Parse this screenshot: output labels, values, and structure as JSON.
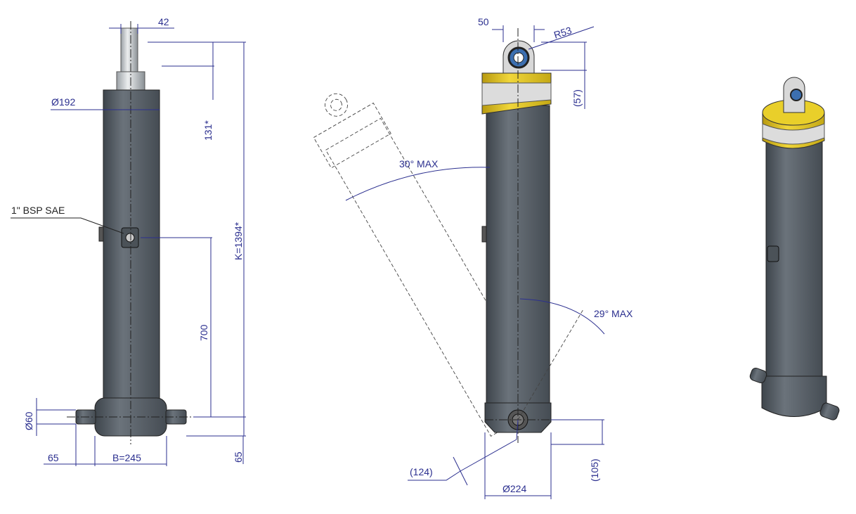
{
  "colors": {
    "dimension": "#2b2f8f",
    "body": "#5d656d",
    "yellow": "#e3c521",
    "band": "#d8d8d8"
  },
  "front_view": {
    "rod_width": "42",
    "barrel_diameter": "Ø192",
    "top_offset": "131*",
    "port_label": "1\" BSP SAE",
    "closed_length": "K=1394*",
    "port_height": "700",
    "pin_diameter": "Ø60",
    "pin_length": "65",
    "trunnion_width": "B=245",
    "bottom_offset": "65"
  },
  "side_view": {
    "eye_width": "50",
    "eye_radius": "R53",
    "eye_height": "(57)",
    "tilt_forward": "30° MAX",
    "tilt_back": "29° MAX",
    "swing_radius": "(124)",
    "trunnion_diameter": "Ø224",
    "trunnion_height": "(105)"
  }
}
